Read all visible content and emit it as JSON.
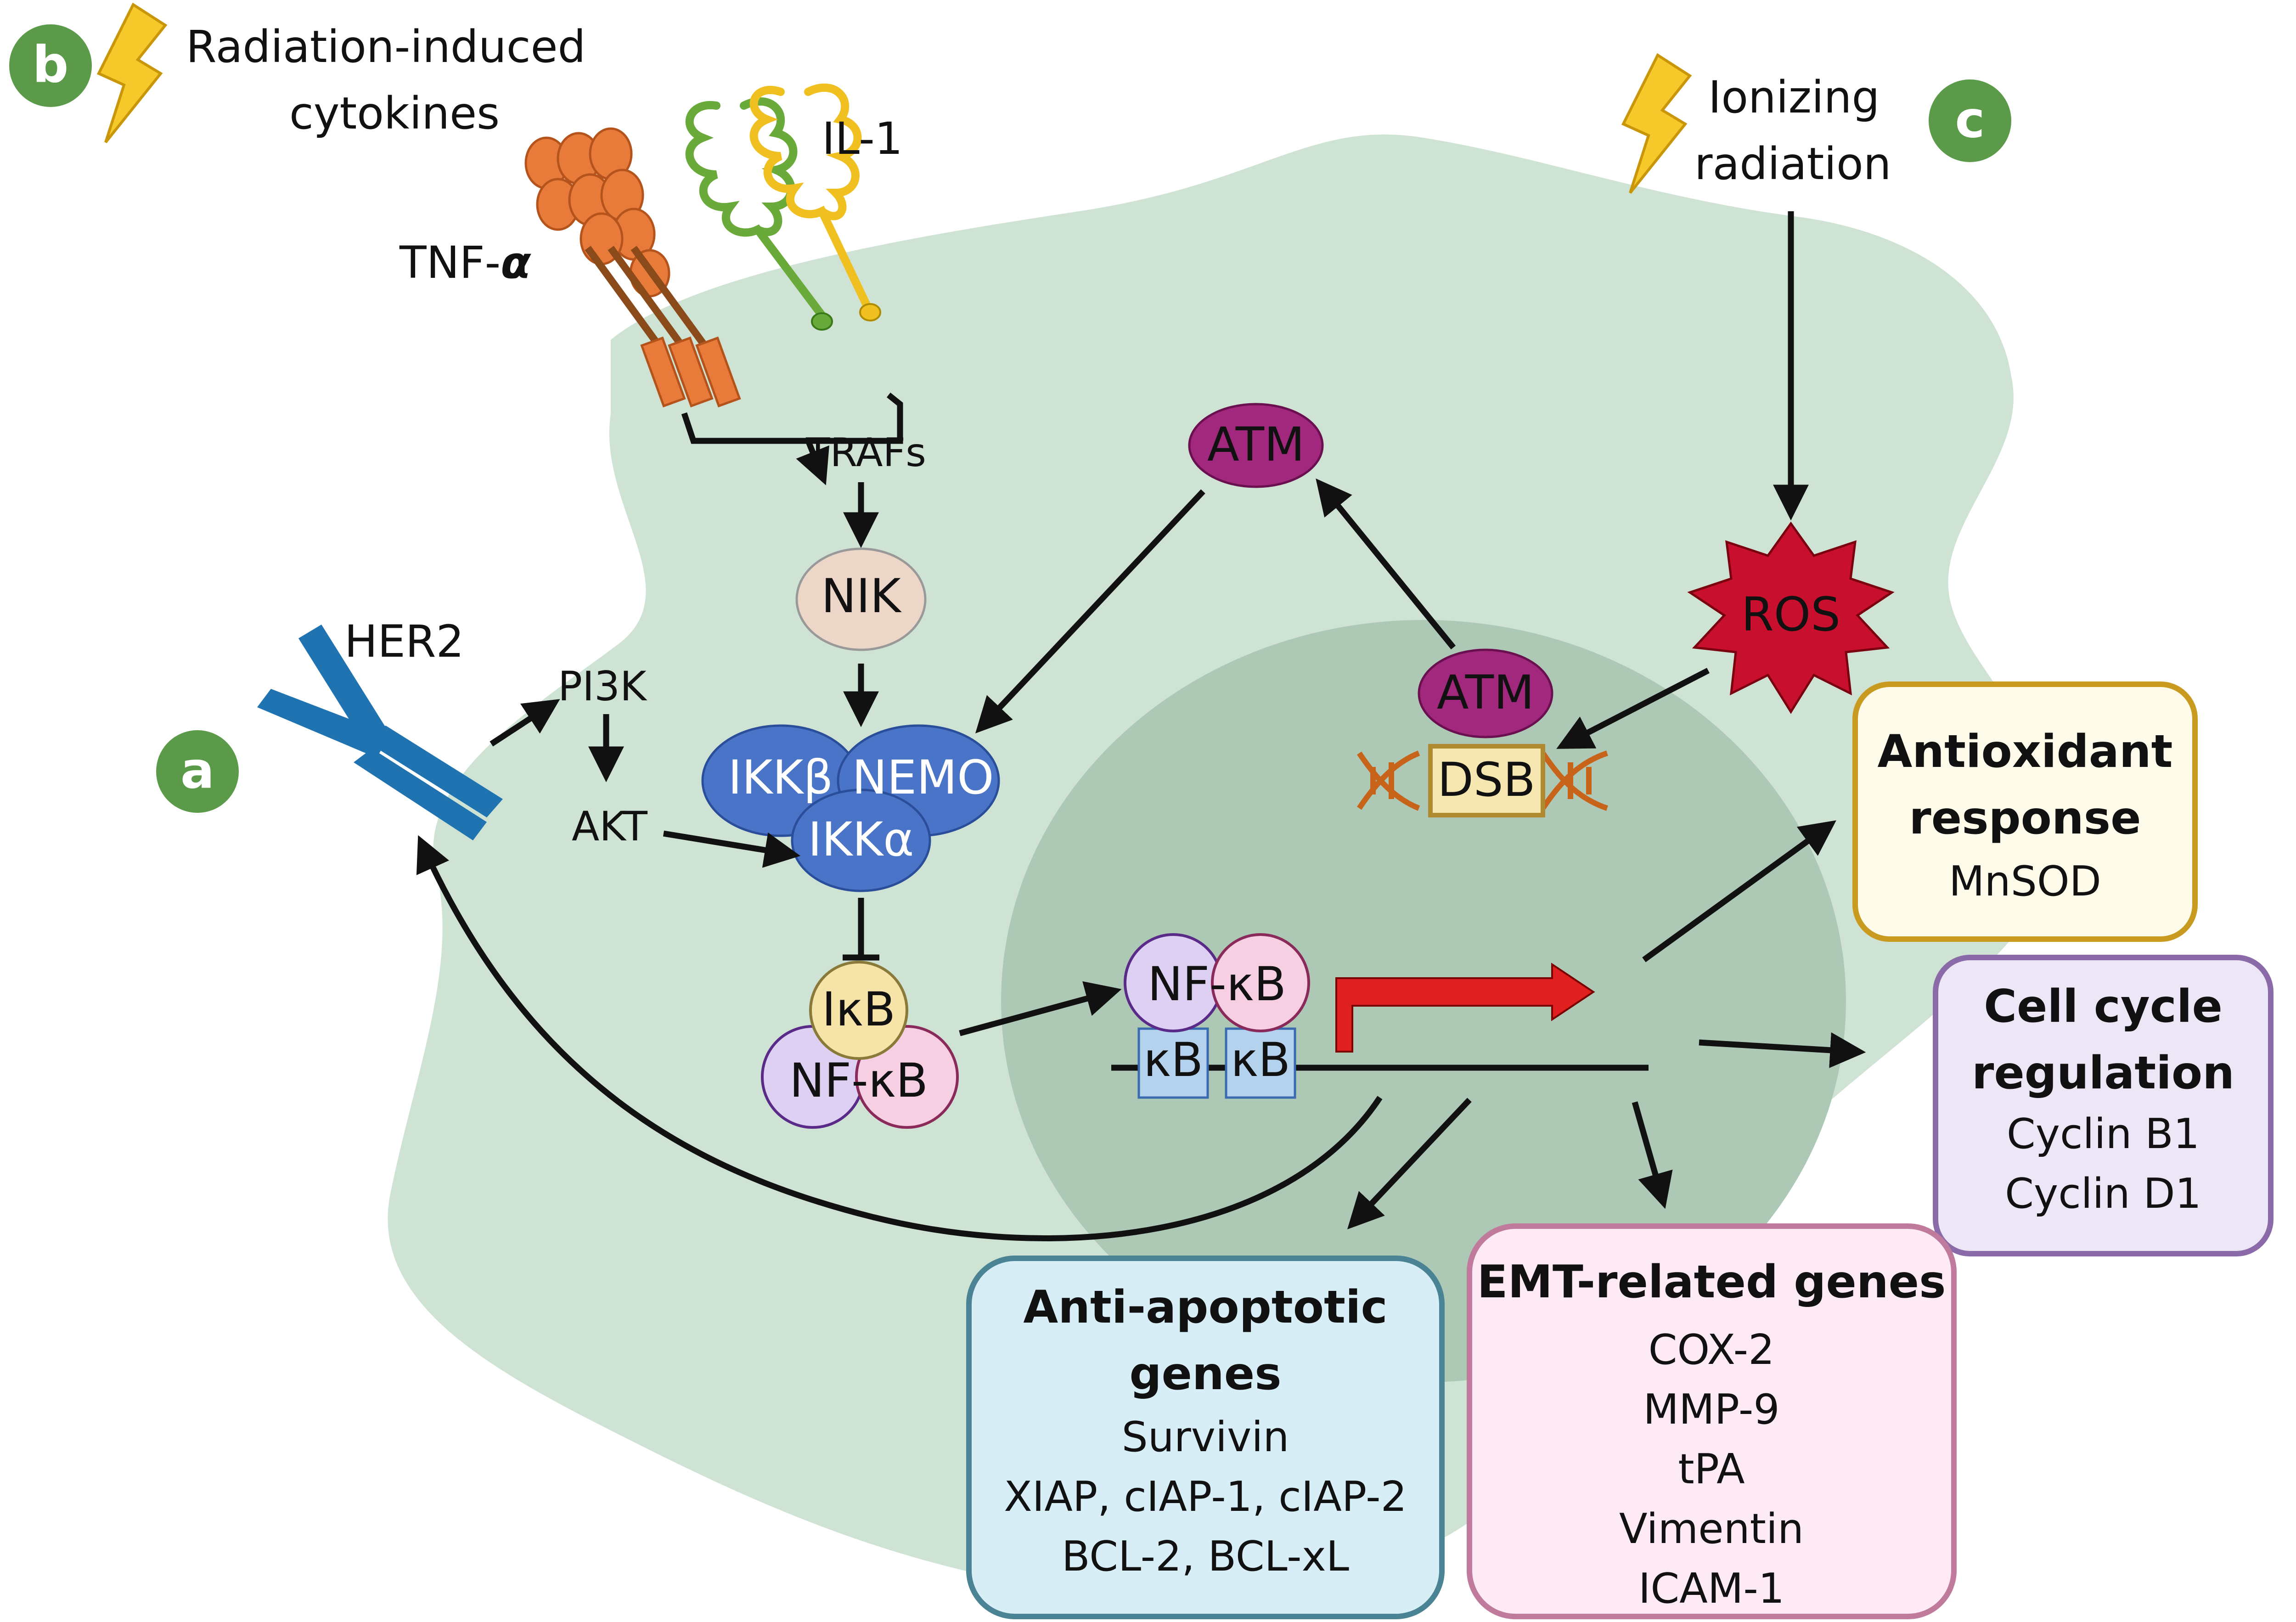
{
  "panels": {
    "a": "a",
    "b": "b",
    "c": "c"
  },
  "colors": {
    "panel_badge": "#5a9a48",
    "cell": "#cfe3d4",
    "nucleus": "#adc9b5",
    "atm": "#a2287e",
    "ikk": "#4a74c8",
    "ros": "#c8102e",
    "tnf": "#e87a3a",
    "il1_green": "#6aaa3a",
    "il1_yellow": "#f0c020",
    "her2": "#1f73b0"
  },
  "labels": {
    "radiation_cytokines_line1": "Radiation-induced",
    "radiation_cytokines_line2": "cytokines",
    "ionizing_line1": "Ionizing",
    "ionizing_line2": "radiation",
    "il1": "IL-1",
    "tnf": "TNF-",
    "tnf_greek": "α",
    "her2": "HER2",
    "pi3k": "PI3K",
    "akt": "AKT",
    "trafs": "TRAFs"
  },
  "nodes": {
    "nik": "NIK",
    "atm_top": "ATM",
    "atm_bottom": "ATM",
    "dsb": "DSB",
    "ros": "ROS",
    "ikk_beta": "IKKβ",
    "nemo": "NEMO",
    "ikk_alpha": "IKKα",
    "ikb": "IκB",
    "nfkb_cyto": "NF-κB",
    "nfkb_nuc": "NF-κB",
    "kb1": "κB",
    "kb2": "κB"
  },
  "boxes": {
    "antioxidant": {
      "title_line1": "Antioxidant",
      "title_line2": "response",
      "items": [
        "MnSOD"
      ],
      "border": "#c99a20",
      "fill": "#fffbea"
    },
    "cell_cycle": {
      "title_line1": "Cell cycle",
      "title_line2": "regulation",
      "items": [
        "Cyclin B1",
        "Cyclin D1"
      ],
      "border": "#8a6aa8",
      "fill": "#ece6f6"
    },
    "anti_apoptotic": {
      "title_line1": "Anti-apoptotic",
      "title_line2": "genes",
      "items": [
        "Survivin",
        "XIAP, cIAP-1, cIAP-2",
        "BCL-2, BCL-xL"
      ],
      "border": "#4a8494",
      "fill": "#d8eef6"
    },
    "emt": {
      "title_line1": "EMT-related genes",
      "items": [
        "COX-2",
        "MMP-9",
        "tPA",
        "Vimentin",
        "ICAM-1"
      ],
      "border": "#c07a9c",
      "fill": "#fdeaf4"
    }
  }
}
